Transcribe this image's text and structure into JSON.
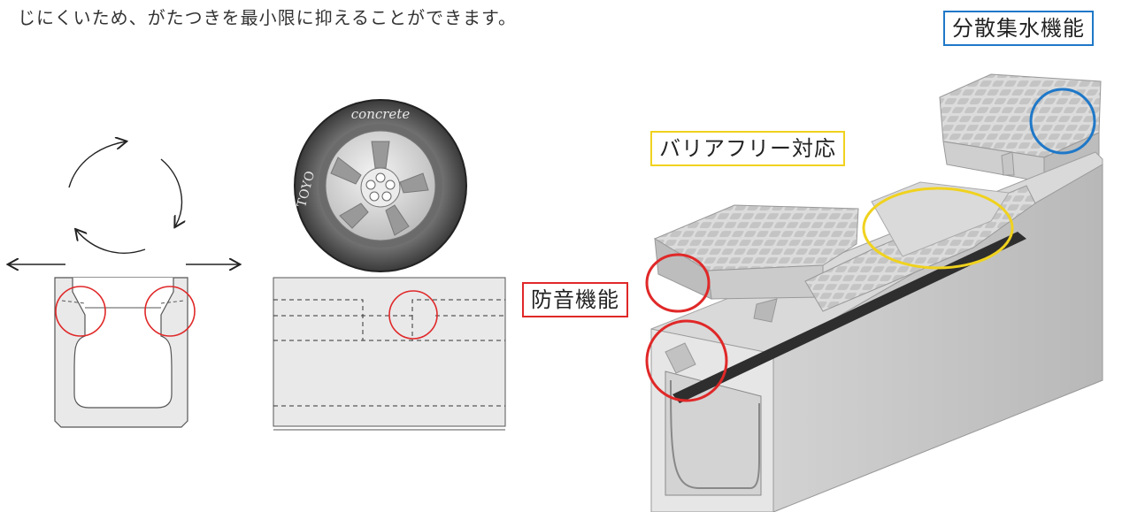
{
  "lead_text": "じにくいため、がたつきを最小限に抑えることができます。",
  "labels": {
    "water_collection": "分散集水機能",
    "barrier_free": "バリアフリー対応",
    "soundproof": "防音機能"
  },
  "tire": {
    "brand_top": "concrete",
    "brand_side": "TOYO"
  },
  "colors": {
    "blue": "#1f78c8",
    "yellow": "#f0d21e",
    "red": "#e02828",
    "concrete": "#e9e9ea"
  }
}
